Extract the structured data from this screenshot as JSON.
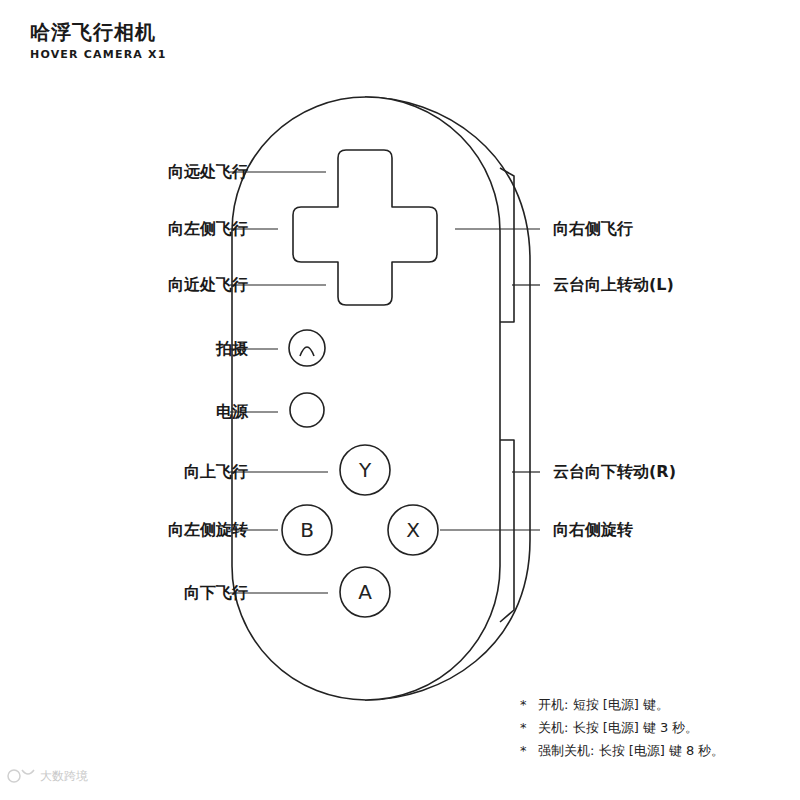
{
  "diagram": {
    "labels": [
      "哈浮飞行相机",
      "HOVER CAMERA X1",
      "向远处飞行",
      "向左侧飞行",
      "向近处飞行",
      "拍摄",
      "电源",
      "向上飞行",
      "向左侧旋转",
      "向下飞行",
      "向右侧飞行",
      "云台向上转动(L)",
      "云台向下转动(R)",
      "向右侧旋转",
      "Y",
      "B",
      "X",
      "A",
      "*",
      "开机: 短按 [电源] 键。",
      "*",
      "关机: 长按 [电源] 键 3 秒。",
      "*",
      "强制关机: 长按 [电源] 键 8 秒。",
      "大数跨境"
    ]
  }
}
